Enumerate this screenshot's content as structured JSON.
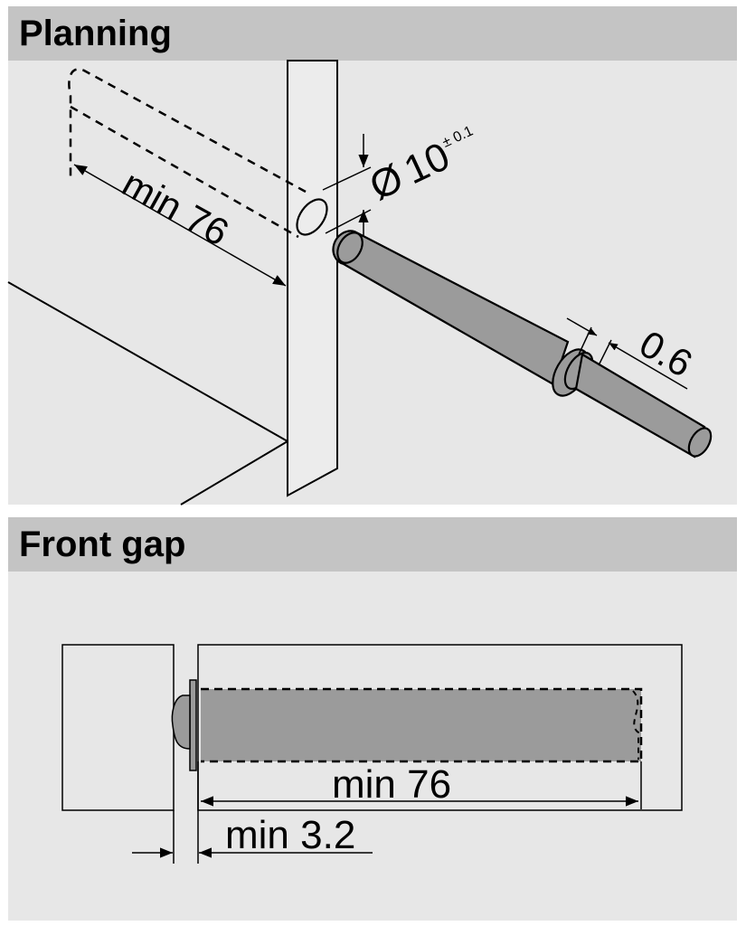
{
  "planning": {
    "title": "Planning",
    "dim_depth": "min 76",
    "dim_diameter_symbol": "Ø",
    "dim_diameter_value": "10",
    "dim_diameter_tolerance": "± 0.1",
    "dim_ring": "0.6"
  },
  "front_gap": {
    "title": "Front gap",
    "dim_length": "min 76",
    "dim_gap": "min 3.2"
  },
  "colors": {
    "header_bg": "#c4c4c4",
    "panel_bg": "#e7e7e7",
    "part_fill": "#9b9b9b"
  }
}
